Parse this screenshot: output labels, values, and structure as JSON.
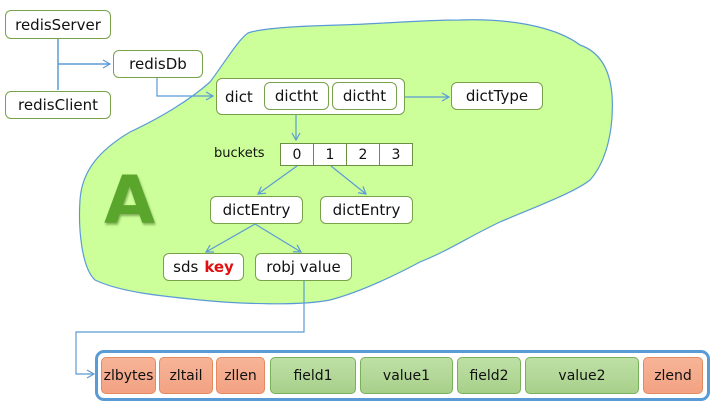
{
  "colors": {
    "blob_fill": "#ccff99",
    "blob_stroke": "#5b9bd5",
    "connector": "#5b9bd5",
    "box_border": "#77a24a",
    "key_text": "#e01010",
    "header_cell": "#f4a98a",
    "entry_cell": "#b3d89a",
    "ziplist_border": "#5b9bd5"
  },
  "nodes": {
    "redis_server": "redisServer",
    "redis_client": "redisClient",
    "redis_db": "redisDb",
    "dict": "dict",
    "dictht_0": "dictht",
    "dictht_1": "dictht",
    "dict_type": "dictType",
    "buckets_label": "buckets",
    "buckets": [
      "0",
      "1",
      "2",
      "3"
    ],
    "dict_entry_0": "dictEntry",
    "dict_entry_1": "dictEntry",
    "sds_prefix": "sds",
    "sds_key": "key",
    "robj_value": "robj value"
  },
  "region_label": "A",
  "ziplist": {
    "cells": [
      {
        "label": "zlbytes",
        "kind": "header"
      },
      {
        "label": "zltail",
        "kind": "header"
      },
      {
        "label": "zllen",
        "kind": "header"
      },
      {
        "label": "field1",
        "kind": "entry"
      },
      {
        "label": "value1",
        "kind": "entry"
      },
      {
        "label": "field2",
        "kind": "entry"
      },
      {
        "label": "value2",
        "kind": "entry"
      },
      {
        "label": "zlend",
        "kind": "header"
      }
    ]
  }
}
